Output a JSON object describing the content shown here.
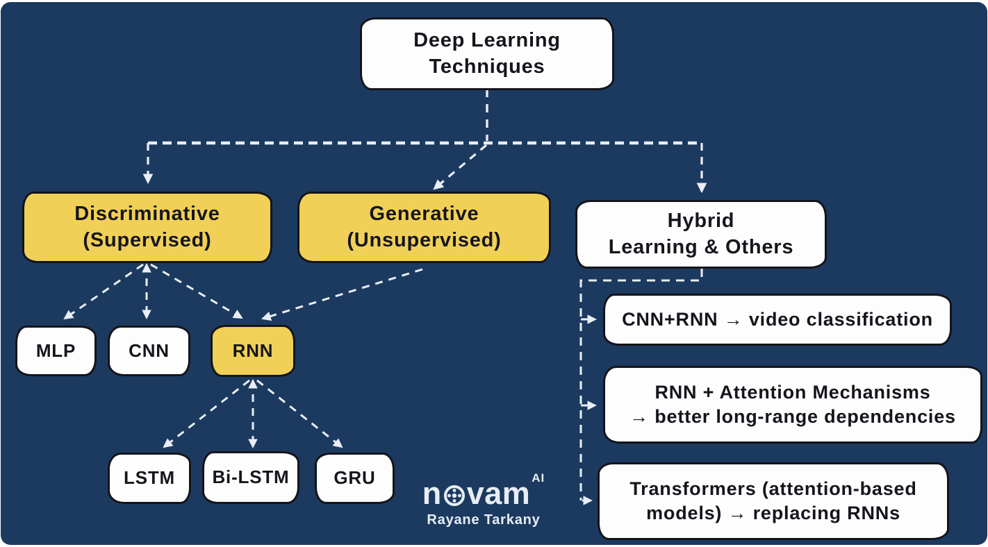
{
  "diagram": {
    "title": "Deep Learning Techniques taxonomy",
    "colors": {
      "background": "#1c3a5f",
      "highlight_yellow": "#f1d058",
      "node_white": "#fdfdfd",
      "node_border": "#14141b",
      "connector": "#e9eef5",
      "text": "#15151c"
    }
  },
  "nodes": {
    "root": {
      "label": "Deep Learning\nTechniques"
    },
    "discriminative": {
      "label": "Discriminative\n(Supervised)"
    },
    "generative": {
      "label": "Generative\n(Unsupervised)"
    },
    "hybrid": {
      "label": "Hybrid\nLearning & Others"
    },
    "mlp": {
      "label": "MLP"
    },
    "cnn": {
      "label": "CNN"
    },
    "rnn": {
      "label": "RNN"
    },
    "lstm": {
      "label": "LSTM"
    },
    "bilstm": {
      "label": "Bi-LSTM"
    },
    "gru": {
      "label": "GRU"
    }
  },
  "hybrid_examples": [
    {
      "label": "CNN+RNN → video classification"
    },
    {
      "label": "RNN + Attention Mechanisms\n→ better long-range dependencies"
    },
    {
      "label": "Transformers (attention-based\nmodels) → replacing RNNs"
    }
  ],
  "logo": {
    "text_before_icon": "n",
    "text_after_icon": "vam",
    "superscript": "AI",
    "byline": "Rayane Tarkany",
    "icon": "novam-logo-icon"
  }
}
